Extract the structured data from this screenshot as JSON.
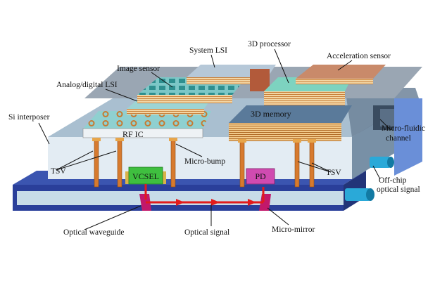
{
  "labels": {
    "system_lsi": "System LSI",
    "processor_3d": "3D processor",
    "acceleration_sensor": "Acceleration sensor",
    "image_sensor": "Image sensor",
    "analog_digital_lsi": "Analog/digital LSI",
    "si_interposer": "Si interposer",
    "memory_3d": "3D memory",
    "rf_ic": "RF IC",
    "micro_fluidic": "Micro-fluidic",
    "channel": "channel",
    "tsv_left": "TSV",
    "micro_bump": "Micro-bump",
    "vcsel": "VCSEL",
    "pd": "PD",
    "tsv_right": "TSV",
    "off_chip": "Off-chip",
    "optical_signal_ext": "optical signal",
    "optical_waveguide": "Optical waveguide",
    "optical_signal": "Optical signal",
    "micro_mirror": "Micro-mirror"
  },
  "colors": {
    "interposer_top": "#a9bfd0",
    "interposer_front": "#e3ecf3",
    "waveguide_blue": "#2a3f9a",
    "waveguide_core": "#c8dce8",
    "tsv_orange": "#d77a2e",
    "vcsel_green": "#3fbf3f",
    "pd_magenta": "#d04bb0",
    "signal_red": "#e21b1b",
    "port_cyan": "#2aa9d8"
  }
}
